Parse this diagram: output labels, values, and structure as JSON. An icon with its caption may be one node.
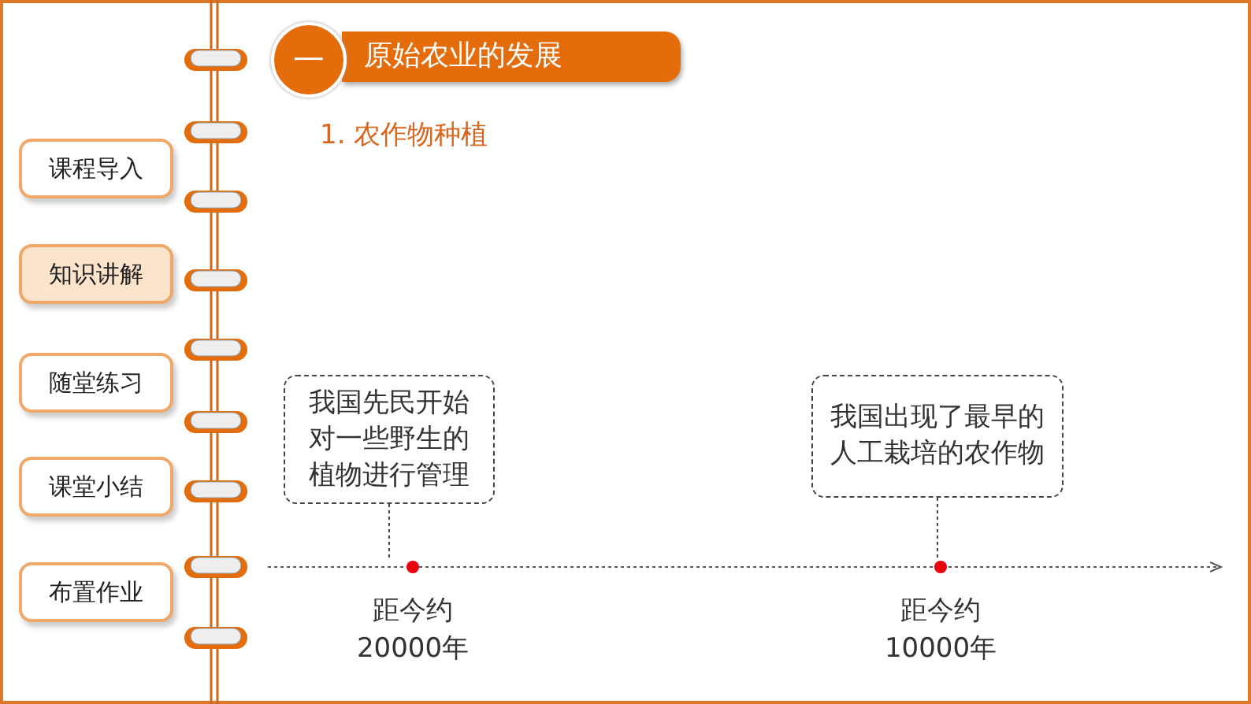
{
  "diagram": {
    "nodes": [
      {
        "text": [
          "一"
        ]
      },
      {
        "text": [
          "原始农业的发展"
        ]
      },
      {
        "text": [
          "课程导入"
        ]
      },
      {
        "text": [
          "知识讲解"
        ]
      },
      {
        "text": [
          "随堂练习"
        ]
      },
      {
        "text": [
          "课堂小结"
        ]
      },
      {
        "text": [
          "布置作业"
        ]
      },
      {
        "text": [
          "我国先民开始对一些野生的植物进行管理"
        ]
      },
      {
        "text": [
          "我国出现了最早的人工栽培的农作物"
        ]
      },
      {
        "text": [],
        "shape": "circle",
        "beside": [
          "距今约 20000年"
        ]
      },
      {
        "text": [],
        "shape": "circle",
        "beside": [
          "距今约 10000年"
        ]
      }
    ],
    "edges": [
      {
        "from": 7,
        "to": 9,
        "arrow": "none",
        "style": "dashed"
      },
      {
        "from": 8,
        "to": 10,
        "arrow": "none",
        "style": "dashed"
      }
    ],
    "labels": [
      "1. 农作物种植"
    ]
  }
}
